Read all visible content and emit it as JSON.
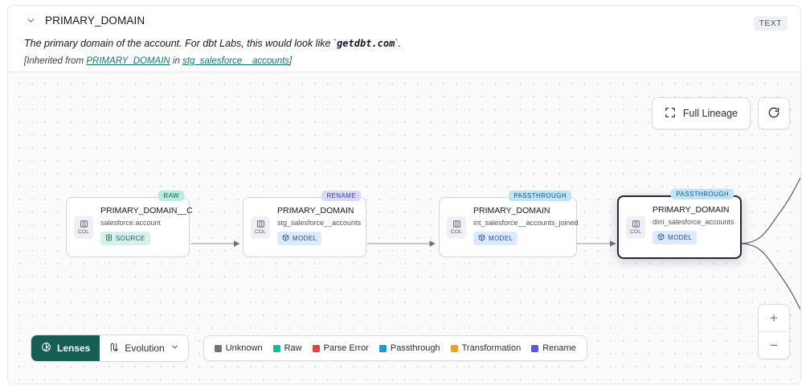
{
  "header": {
    "collapse_icon": "chevron-down-icon",
    "title": "PRIMARY_DOMAIN",
    "type_badge": "TEXT",
    "description_pre": "The primary domain of the account. For dbt Labs, this would look like `",
    "description_code": "getdbt.com",
    "description_post": "`.",
    "inherit_prefix": "[Inherited from ",
    "inherit_link_1": "PRIMARY_DOMAIN",
    "inherit_mid": " in ",
    "inherit_link_2": "stg_salesforce__accounts",
    "inherit_suffix": "]"
  },
  "controls": {
    "full_lineage_label": "Full Lineage",
    "full_lineage_icon": "expand-corners-icon",
    "refresh_icon": "refresh-icon",
    "zoom_in_label": "+",
    "zoom_out_label": "−"
  },
  "graph": {
    "col_chip_label": "COL",
    "col_chip_icon": "columns-icon",
    "nodes": [
      {
        "badge": "RAW",
        "badge_bg": "#b9ece0",
        "badge_fg": "#0f5f52",
        "title": "PRIMARY_DOMAIN__C",
        "subtitle": "salesforce.account",
        "tag": "SOURCE",
        "tag_icon": "database-icon",
        "tag_bg": "#d6f0ea",
        "tag_fg": "#0f5f52",
        "selected": false
      },
      {
        "badge": "RENAME",
        "badge_bg": "#d7d9f7",
        "badge_fg": "#3c3f9e",
        "title": "PRIMARY_DOMAIN",
        "subtitle": "stg_salesforce__accounts",
        "tag": "MODEL",
        "tag_icon": "cube-icon",
        "tag_bg": "#dbeafe",
        "tag_fg": "#1e4f91",
        "selected": false
      },
      {
        "badge": "PASSTHROUGH",
        "badge_bg": "#bfe4f8",
        "badge_fg": "#14557e",
        "title": "PRIMARY_DOMAIN",
        "subtitle": "int_salesforce__accounts_joined",
        "tag": "MODEL",
        "tag_icon": "cube-icon",
        "tag_bg": "#dbeafe",
        "tag_fg": "#1e4f91",
        "selected": false
      },
      {
        "badge": "PASSTHROUGH",
        "badge_bg": "#bfe4f8",
        "badge_fg": "#14557e",
        "title": "PRIMARY_DOMAIN",
        "subtitle": "dim_salesforce_accounts",
        "tag": "MODEL",
        "tag_icon": "cube-icon",
        "tag_bg": "#dbeafe",
        "tag_fg": "#1e4f91",
        "selected": true
      }
    ]
  },
  "toolbar": {
    "lenses_label": "Lenses",
    "lenses_icon": "aperture-icon",
    "evolution_label": "Evolution",
    "evolution_icon": "updown-arrow-icon",
    "evolution_chevron": "chevron-down-icon"
  },
  "legend": {
    "items": [
      {
        "label": "Unknown",
        "color": "#6b7280"
      },
      {
        "label": "Raw",
        "color": "#14b8a6"
      },
      {
        "label": "Parse Error",
        "color": "#e0443e"
      },
      {
        "label": "Passthrough",
        "color": "#2196d6"
      },
      {
        "label": "Transformation",
        "color": "#f0a020"
      },
      {
        "label": "Rename",
        "color": "#5b56e0"
      }
    ]
  }
}
